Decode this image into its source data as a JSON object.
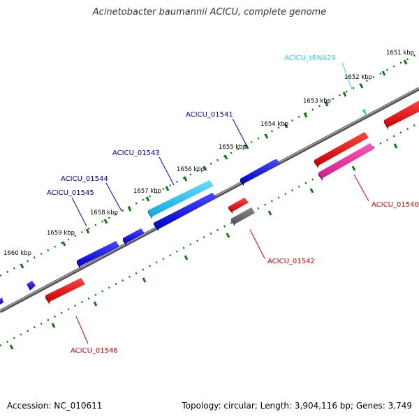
{
  "title": "Acinetobacter baumannii ACICU, complete genome",
  "footer": {
    "accession": "Accession: NC_010611",
    "topology": "Topology: circular; Length: 3,904,116 bp; Genes: 3,749"
  },
  "ticks": [
    "1651 kbp",
    "1652 kbp",
    "1653 kbp",
    "1654 kbp",
    "1655 kbp",
    "1656 kbp",
    "1657 kbp",
    "1658 kbp",
    "1659 kbp",
    "1660 kbp"
  ],
  "genes": [
    {
      "name": "ACICU_tRNA29",
      "color": "#33ccee"
    },
    {
      "name": "ACICU_01541",
      "color": "#0000bb"
    },
    {
      "name": "ACICU_01543",
      "color": "#0000bb"
    },
    {
      "name": "ACICU_01544",
      "color": "#0000bb"
    },
    {
      "name": "ACICU_01545",
      "color": "#0000bb"
    },
    {
      "name": "ACICU_01540",
      "color": "#dd0000"
    },
    {
      "name": "ACICU_01542",
      "color": "#dd0000"
    },
    {
      "name": "ACICU_01546",
      "color": "#dd0000"
    }
  ],
  "colors": {
    "backbone": "#777777",
    "tick_marks": "#117711",
    "forward_gene": "#0000ee",
    "forward_gene_light": "#22bbee",
    "reverse_gene": "#ee0000",
    "reverse_gene_pink": "#ee33aa",
    "pseudo_gene": "#666666"
  }
}
